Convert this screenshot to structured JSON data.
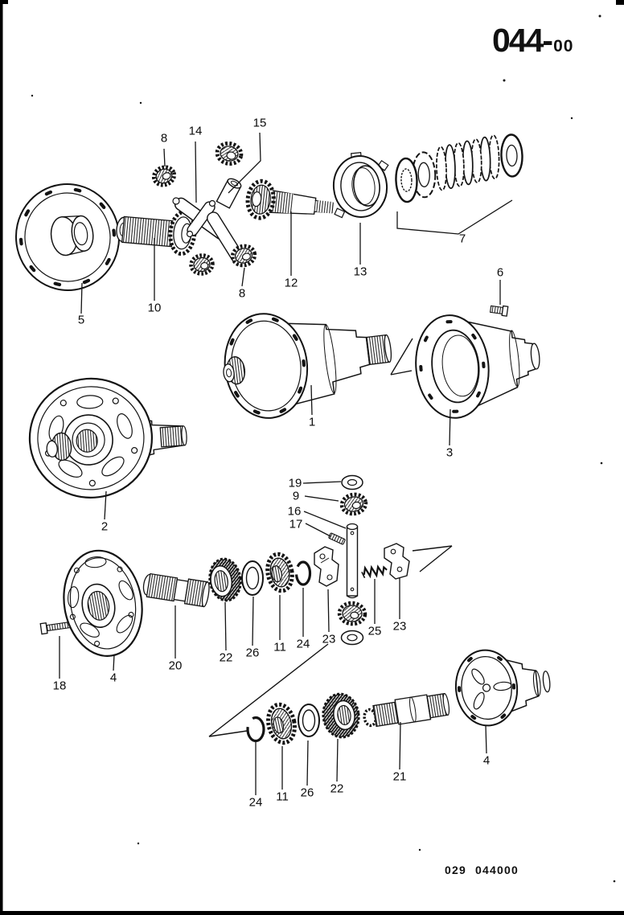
{
  "page": {
    "header": {
      "code": "044-",
      "suffix": "00"
    },
    "footer": {
      "code": "029 044000"
    }
  },
  "diagram": {
    "callouts": [
      {
        "label": "8"
      },
      {
        "label": "14"
      },
      {
        "label": "15"
      },
      {
        "label": "5"
      },
      {
        "label": "10"
      },
      {
        "label": "8"
      },
      {
        "label": "12"
      },
      {
        "label": "13"
      },
      {
        "label": "7"
      },
      {
        "label": "6"
      },
      {
        "label": "1"
      },
      {
        "label": "3"
      },
      {
        "label": "2"
      },
      {
        "label": "19"
      },
      {
        "label": "9"
      },
      {
        "label": "16"
      },
      {
        "label": "17"
      },
      {
        "label": "18"
      },
      {
        "label": "4"
      },
      {
        "label": "20"
      },
      {
        "label": "22"
      },
      {
        "label": "26"
      },
      {
        "label": "11"
      },
      {
        "label": "24"
      },
      {
        "label": "23"
      },
      {
        "label": "25"
      },
      {
        "label": "23"
      },
      {
        "label": "24"
      },
      {
        "label": "11"
      },
      {
        "label": "26"
      },
      {
        "label": "22"
      },
      {
        "label": "21"
      },
      {
        "label": "4"
      }
    ]
  }
}
